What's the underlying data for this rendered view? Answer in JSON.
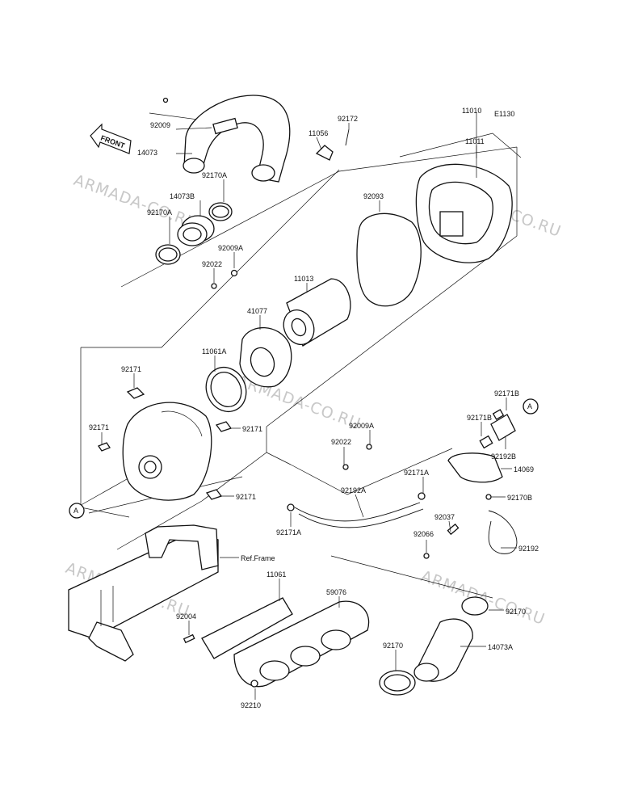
{
  "diagram_code": "E1130",
  "front_label": "FRONT",
  "ref_frame_label": "Ref.Frame",
  "callout_a": "A",
  "watermark": "ARMADA-CO.RU",
  "labels": {
    "p92009": "92009",
    "p14073": "14073",
    "p11056": "11056",
    "p92172": "92172",
    "p11010": "11010",
    "p11011": "11011",
    "p92170A_top": "92170A",
    "p14073B": "14073B",
    "p92170A_left": "92170A",
    "p92009A_top": "92009A",
    "p92022_top": "92022",
    "p92093": "92093",
    "p11013": "11013",
    "p41077": "41077",
    "p11061A": "11061A",
    "p92171_a": "92171",
    "p92171_b": "92171",
    "p92171_c": "92171",
    "p92171_d": "92171",
    "p92171B_top": "92171B",
    "p92171B_mid": "92171B",
    "p92192B": "92192B",
    "p92009A_mid": "92009A",
    "p92022_mid": "92022",
    "p14069": "14069",
    "p92171A_right": "92171A",
    "p92192A": "92192A",
    "p92170B": "92170B",
    "p92037": "92037",
    "p92066": "92066",
    "p92192": "92192",
    "p92171A_bottom": "92171A",
    "p11061": "11061",
    "p59076": "59076",
    "p92004": "92004",
    "p92170": "92170",
    "p92170_low": "92170",
    "p14073A": "14073A",
    "p92210": "92210"
  }
}
